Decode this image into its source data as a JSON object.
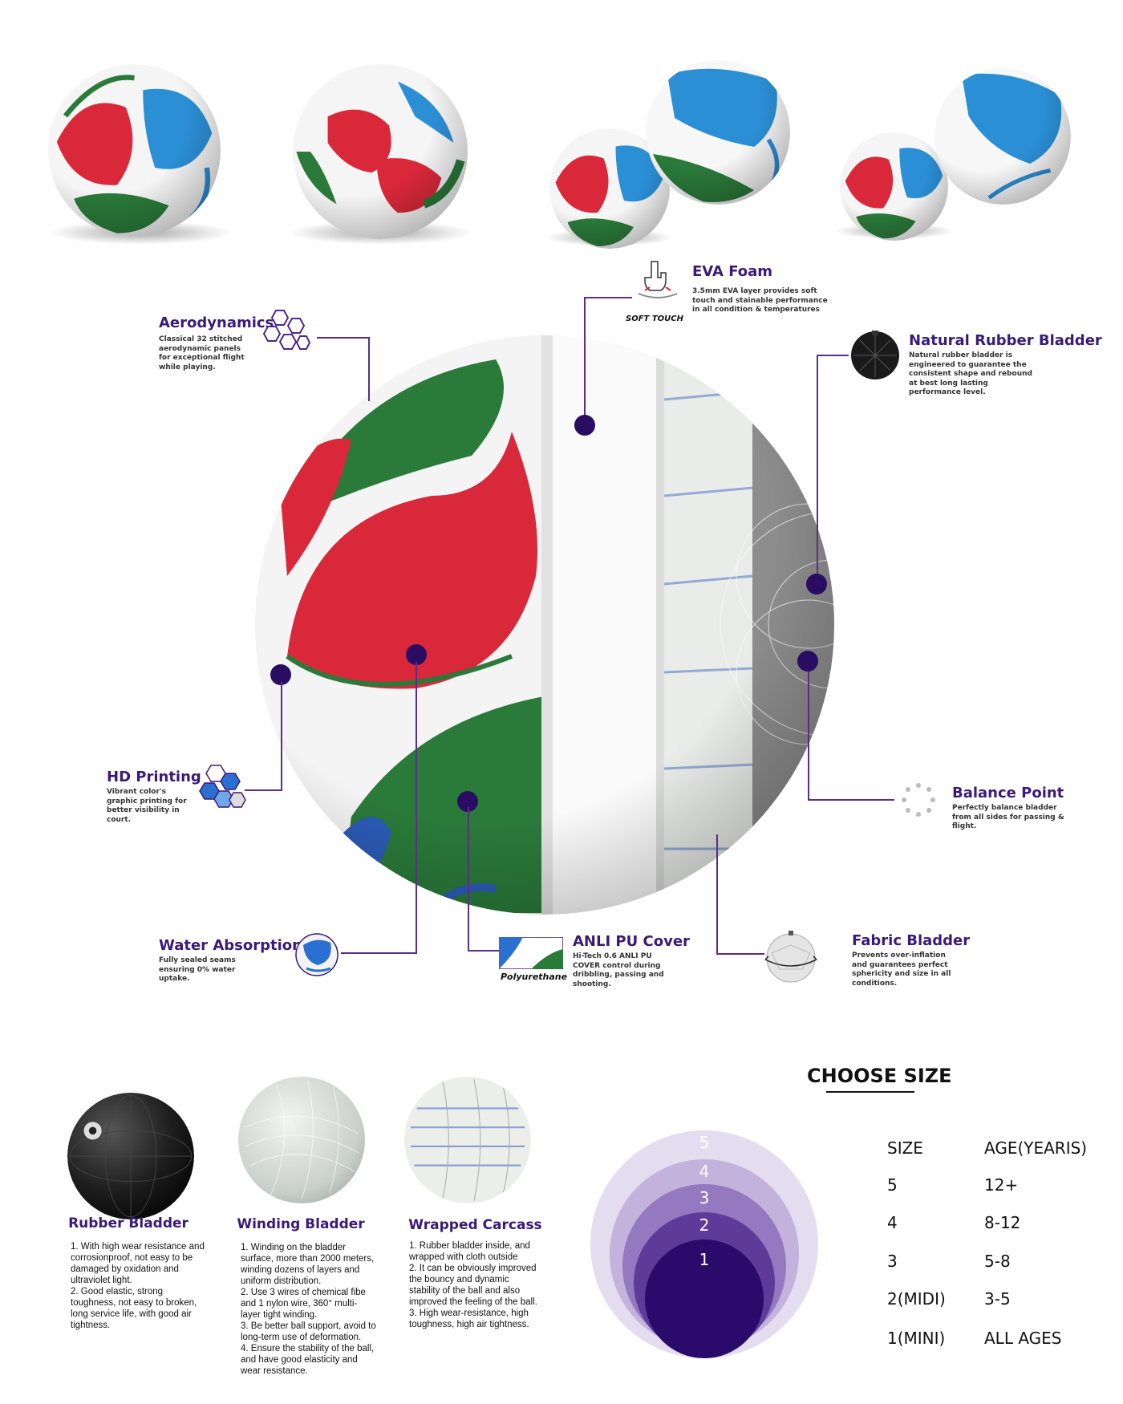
{
  "features": {
    "eva": {
      "title": "EVA Foam",
      "desc": "3.5mm EVA layer provides soft touch and stainable performance in all condition & temperatures",
      "icon_label": "SOFT TOUCH"
    },
    "aero": {
      "title": "Aerodynamics",
      "desc": "Classical 32 stitched aerodynamic panels for exceptional flight while playing."
    },
    "rubber": {
      "title": "Natural Rubber Bladder",
      "desc": "Natural rubber bladder is engineered to guarantee the consistent shape and rebound at best long lasting performance level."
    },
    "hd": {
      "title": "HD Printing",
      "desc": "Vibrant color's graphic printing for better visibility in court."
    },
    "balance": {
      "title": "Balance Point",
      "desc": "Perfectly balance bladder from all sides for passing & flight."
    },
    "water": {
      "title": "Water Absorption",
      "desc": "Fully sealed seams ensuring 0% water uptake."
    },
    "pu": {
      "title": "ANLI PU Cover",
      "desc": "Hi-Tech 0.6 ANLI PU COVER control during dribbling, passing and shooting.",
      "icon_label": "Polyurethane"
    },
    "fabric": {
      "title": "Fabric Bladder",
      "desc": "Prevents over-inflation and guarantees perfect sphericity and size in all conditions."
    }
  },
  "bladders": [
    {
      "title": "Rubber Bladder",
      "desc": "1. With high wear resistance and corrosionproof, not easy to be damaged by oxidation and ultraviolet light.\n2. Good elastic, strong toughness, not easy to broken, long service life, with good air tightness."
    },
    {
      "title": "Winding Bladder",
      "desc": "1. Winding on the bladder surface, more than 2000 meters, winding dozens of layers and uniform distribution.\n2. Use 3 wires of chemical fibe and 1 nylon wire, 360° multi-layer tight winding.\n3. Be better ball support, avoid to long-term use of deformation.\n4. Ensure the stability of the ball, and have good elasticity and wear resistance."
    },
    {
      "title": "Wrapped Carcass",
      "desc": "1. Rubber bladder inside, and wrapped with cloth outside\n2. It can be obviously improved the bouncy and dynamic stability of the ball and also improved the feeling of the ball.\n3. High wear-resistance, high toughness, high air tightness."
    }
  ],
  "size_chart": {
    "title": "CHOOSE SIZE",
    "header": {
      "size": "SIZE",
      "age": "AGE(YEARIS)"
    },
    "rows": [
      {
        "size": "5",
        "age": "12+"
      },
      {
        "size": "4",
        "age": "8-12"
      },
      {
        "size": "3",
        "age": "5-8"
      },
      {
        "size": "2(MIDI)",
        "age": "3-5"
      },
      {
        "size": "1(MINI)",
        "age": "ALL AGES"
      }
    ],
    "rings": [
      "5",
      "4",
      "3",
      "2",
      "1"
    ],
    "colors": {
      "ring5": "#e4dcef",
      "ring4": "#c3b3dc",
      "ring3": "#9479c0",
      "ring2": "#5e3a99",
      "ring1": "#2a0a6b"
    }
  },
  "colors": {
    "accent": "#3a1a78",
    "dot": "#2a0d63",
    "ball_red": "#d9283a",
    "ball_blue": "#2b8fd6",
    "ball_green": "#2a7a3a"
  }
}
